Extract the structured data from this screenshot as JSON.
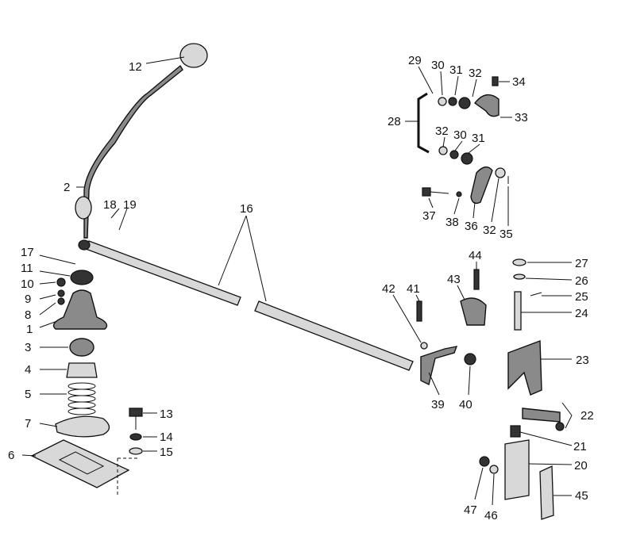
{
  "diagram": {
    "title": "Gear shift linkage exploded view",
    "callouts": [
      "1",
      "2",
      "3",
      "4",
      "5",
      "6",
      "7",
      "8",
      "9",
      "10",
      "11",
      "12",
      "13",
      "14",
      "15",
      "16",
      "17",
      "18",
      "19",
      "20",
      "21",
      "22",
      "23",
      "24",
      "25",
      "26",
      "27",
      "28",
      "29",
      "30",
      "31",
      "32",
      "33",
      "34",
      "35",
      "36",
      "37",
      "38",
      "39",
      "40",
      "41",
      "42",
      "43",
      "44",
      "45",
      "46",
      "47"
    ],
    "extra_callouts": {
      "a32": "32",
      "b32": "32",
      "a30": "30",
      "a31": "31"
    }
  }
}
